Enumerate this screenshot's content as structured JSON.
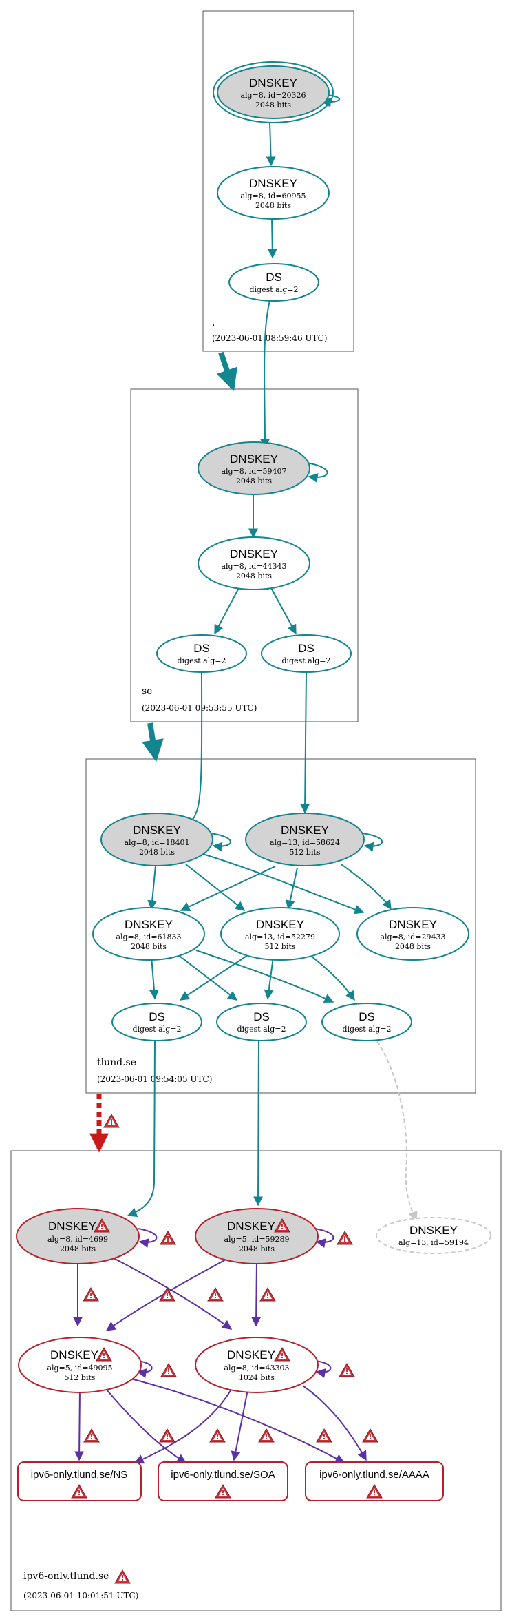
{
  "zones": [
    {
      "id": "root",
      "label": ".",
      "date": "(2023-06-01 08:59:46 UTC)"
    },
    {
      "id": "se",
      "label": "se",
      "date": "(2023-06-01 09:53:55 UTC)"
    },
    {
      "id": "tlund",
      "label": "tlund.se",
      "date": "(2023-06-01 09:54:05 UTC)"
    },
    {
      "id": "ipv6",
      "label": "ipv6-only.tlund.se",
      "date": "(2023-06-01 10:01:51 UTC)"
    }
  ],
  "nodes": {
    "root_ksk": {
      "title": "DNSKEY",
      "line1": "alg=8, id=20326",
      "line2": "2048 bits"
    },
    "root_zsk": {
      "title": "DNSKEY",
      "line1": "alg=8, id=60955",
      "line2": "2048 bits"
    },
    "root_ds": {
      "title": "DS",
      "line1": "digest alg=2"
    },
    "se_ksk": {
      "title": "DNSKEY",
      "line1": "alg=8, id=59407",
      "line2": "2048 bits"
    },
    "se_zsk": {
      "title": "DNSKEY",
      "line1": "alg=8, id=44343",
      "line2": "2048 bits"
    },
    "se_ds1": {
      "title": "DS",
      "line1": "digest alg=2"
    },
    "se_ds2": {
      "title": "DS",
      "line1": "digest alg=2"
    },
    "tl_ksk1": {
      "title": "DNSKEY",
      "line1": "alg=8, id=18401",
      "line2": "2048 bits"
    },
    "tl_ksk2": {
      "title": "DNSKEY",
      "line1": "alg=13, id=58624",
      "line2": "512 bits"
    },
    "tl_zsk1": {
      "title": "DNSKEY",
      "line1": "alg=8, id=61833",
      "line2": "2048 bits"
    },
    "tl_zsk2": {
      "title": "DNSKEY",
      "line1": "alg=13, id=52279",
      "line2": "512 bits"
    },
    "tl_zsk3": {
      "title": "DNSKEY",
      "line1": "alg=8, id=29433",
      "line2": "2048 bits"
    },
    "tl_ds1": {
      "title": "DS",
      "line1": "digest alg=2"
    },
    "tl_ds2": {
      "title": "DS",
      "line1": "digest alg=2"
    },
    "tl_ds3": {
      "title": "DS",
      "line1": "digest alg=2"
    },
    "v6_ksk1": {
      "title": "DNSKEY",
      "line1": "alg=8, id=4699",
      "line2": "2048 bits"
    },
    "v6_ksk2": {
      "title": "DNSKEY",
      "line1": "alg=5, id=59289",
      "line2": "2048 bits"
    },
    "v6_missing": {
      "title": "DNSKEY",
      "line1": "alg=13, id=59194"
    },
    "v6_zsk1": {
      "title": "DNSKEY",
      "line1": "alg=5, id=49095",
      "line2": "512 bits"
    },
    "v6_zsk2": {
      "title": "DNSKEY",
      "line1": "alg=8, id=43303",
      "line2": "1024 bits"
    }
  },
  "rrsets": {
    "ns": "ipv6-only.tlund.se/NS",
    "soa": "ipv6-only.tlund.se/SOA",
    "aaaa": "ipv6-only.tlund.se/AAAA"
  },
  "colors": {
    "valid": "#12858f",
    "invalid": "#5d31a6",
    "error_border": "#b5202a",
    "delegation_bogus": "#c81a1a",
    "missing": "#c8c8c8",
    "ksk_fill": "#d3d3d3",
    "warning_fill": "#c8333a"
  },
  "icons": {
    "warning": "warning-icon"
  }
}
